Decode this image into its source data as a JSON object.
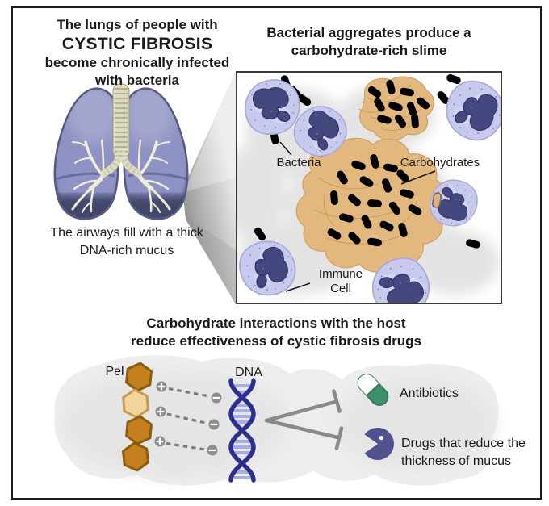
{
  "panel_lungs": {
    "title_line1": "The lungs of people with",
    "title_line2": "CYSTIC FIBROSIS",
    "title_line3": "become chronically infected",
    "title_line4": "with bacteria",
    "caption_line1": "The airways fill with a thick",
    "caption_line2": "DNA-rich mucus"
  },
  "panel_aggregates": {
    "title_line1": "Bacterial aggregates produce a",
    "title_line2": "carbohydrate-rich slime",
    "label_bacteria": "Bacteria",
    "label_carbohydrates": "Carbohydrates",
    "label_immune_line1": "Immune",
    "label_immune_line2": "Cell"
  },
  "panel_drugs": {
    "title_line1": "Carbohydrate interactions with the host",
    "title_line2": "reduce effectiveness of cystic fibrosis drugs",
    "label_pel": "Pel",
    "label_dna": "DNA",
    "label_antibiotics": "Antibiotics",
    "label_mucus_drugs_line1": "Drugs that reduce the",
    "label_mucus_drugs_line2": "thickness of mucus"
  },
  "colors": {
    "bacteria_orange": "#DF7F26",
    "bacteria_yellow": "#F5CE53",
    "carbohydrate_tan": "#E2B87E",
    "immune_cytoplasm": "#C7CAEC",
    "immune_nucleus": "#45487F",
    "lung_purple": "#8287BD",
    "trachea_cream": "#DFDDC1",
    "mucus_gray": "#E6E6E6",
    "pel_hex_dark": "#C4801E",
    "pel_hex_light": "#F2D59B",
    "pel_hex_stroke": "#8A5C10",
    "dna_strand": "#2A2E8C",
    "dna_rung": "#A8ADE6",
    "capsule_green": "#3F8F6D",
    "pacman_purple": "#4F528E",
    "inhibitor_gray": "#8A8A8A",
    "charge_gray": "#8E8E8E"
  }
}
